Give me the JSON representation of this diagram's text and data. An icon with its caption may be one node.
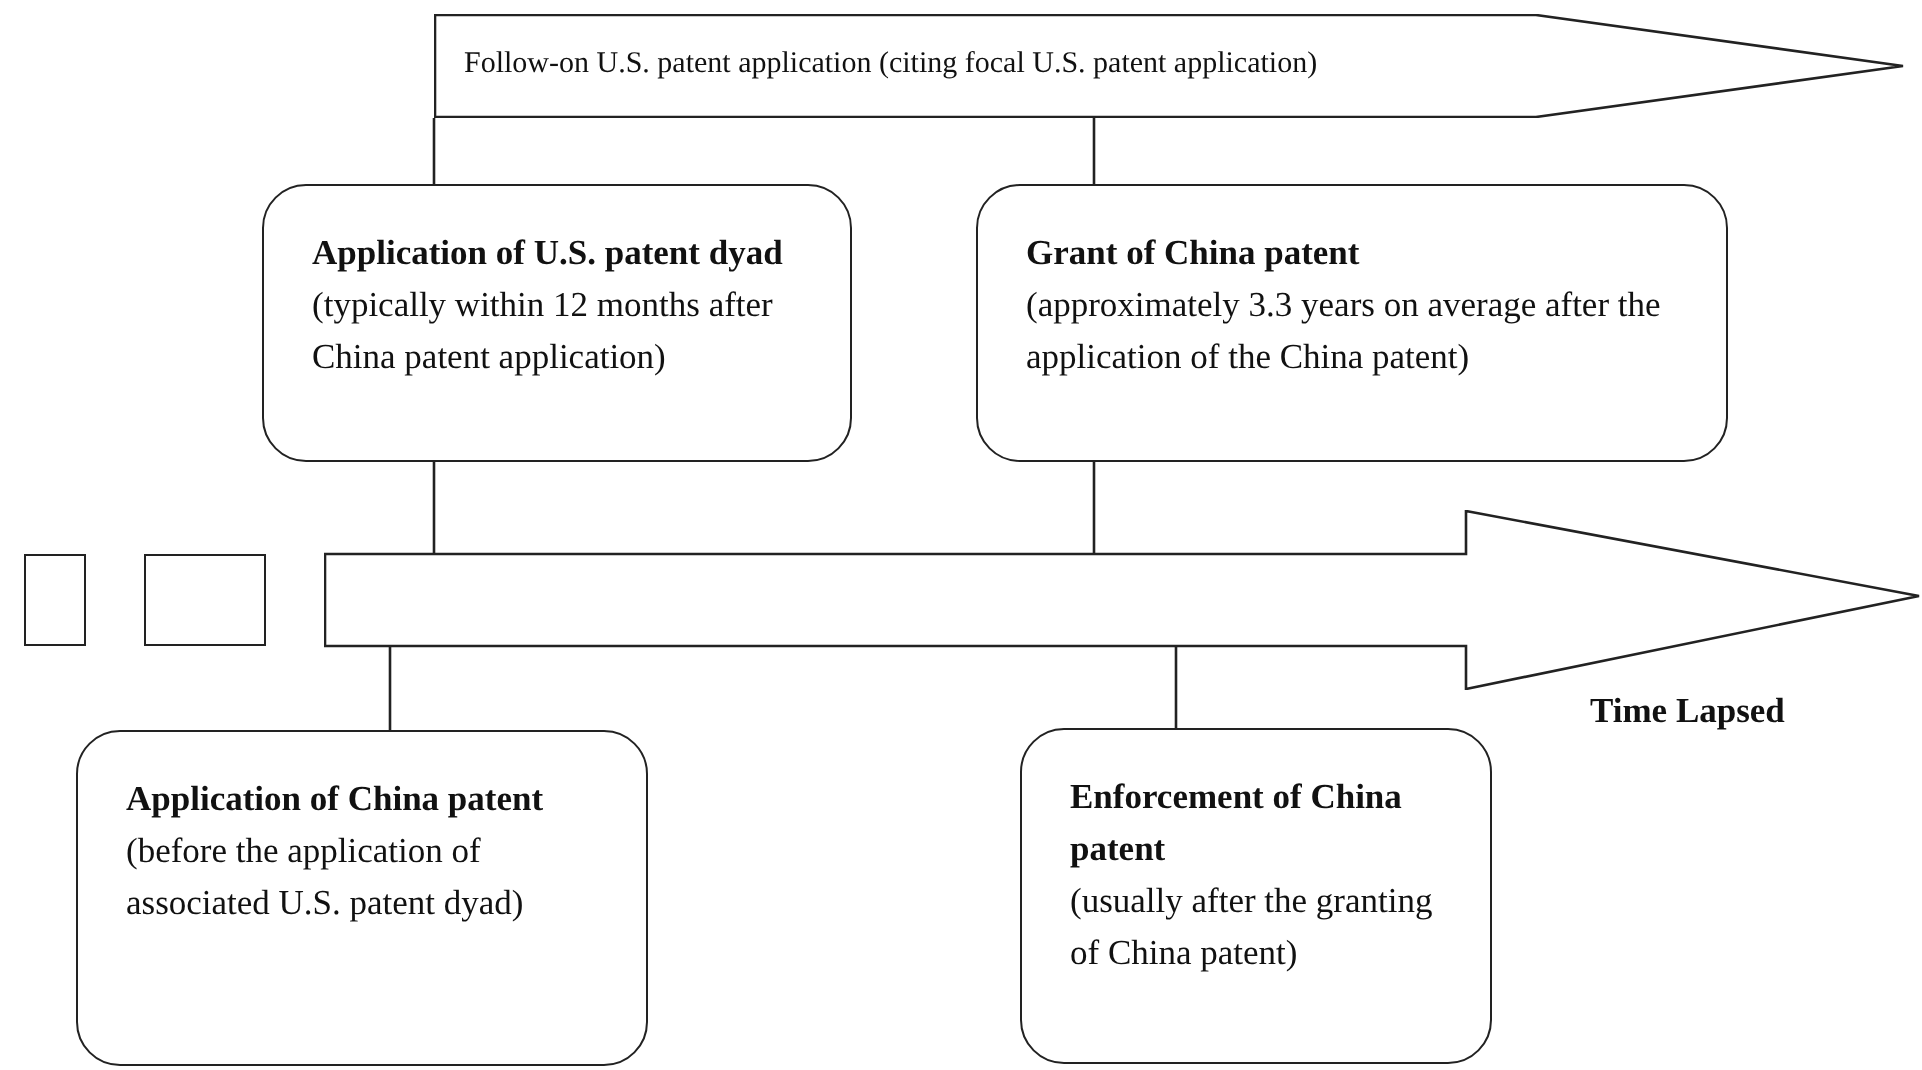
{
  "diagram": {
    "nodes": [
      {
        "text": [
          "Follow-on U.S. patent application (citing focal U.S. patent application)"
        ]
      },
      {
        "text": [
          "**Application of U.S. patent dyad** (typically within 12 months after China patent application)"
        ]
      },
      {
        "text": [
          "Grant of China patent",
          "(approximately 3.3 years on average after the application of the China patent)"
        ]
      },
      {
        "text": [],
        "shape": "box"
      },
      {
        "text": [],
        "shape": "box"
      },
      {
        "text": [],
        "shape": "arrow",
        "beside": [
          "Time Lapsed"
        ]
      },
      {
        "text": [
          "**Application of China patent** (before the application of associated U.S. patent dyad)"
        ]
      },
      {
        "text": [
          "Enforcement of China patent",
          "(usually after the granting of China patent)"
        ]
      }
    ],
    "edges": [
      {
        "from": 0,
        "to": 1,
        "arrow": "none"
      },
      {
        "from": 0,
        "to": 2,
        "arrow": "none"
      },
      {
        "from": 1,
        "to": 5,
        "arrow": "none"
      },
      {
        "from": 2,
        "to": 5,
        "arrow": "none"
      },
      {
        "from": 5,
        "to": 6,
        "arrow": "none"
      },
      {
        "from": 5,
        "to": 7,
        "arrow": "none"
      }
    ]
  }
}
